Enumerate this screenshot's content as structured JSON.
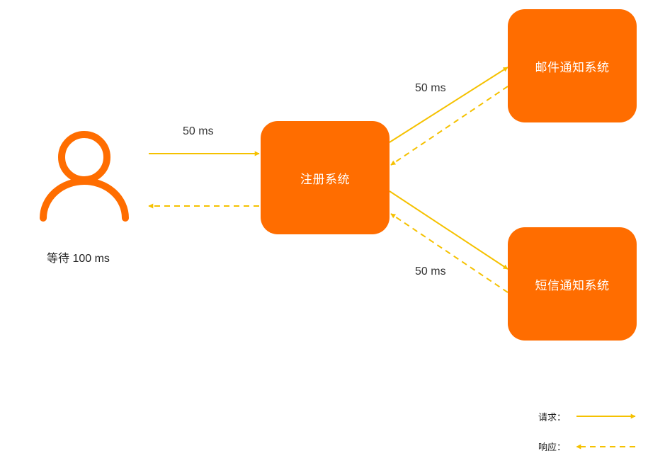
{
  "nodes": {
    "register": "注册系统",
    "email": "邮件通知系统",
    "sms": "短信通知系统"
  },
  "labels": {
    "user_to_register": "50 ms",
    "register_to_email": "50 ms",
    "register_to_sms": "50 ms",
    "user_wait": "等待 100 ms"
  },
  "legend": {
    "request": "请求：",
    "response": "响应："
  },
  "colors": {
    "node_fill": "#ff6d00",
    "arrow": "#f5c100",
    "user_icon": "#ff6d00"
  },
  "icons": {
    "user": "user-icon"
  }
}
